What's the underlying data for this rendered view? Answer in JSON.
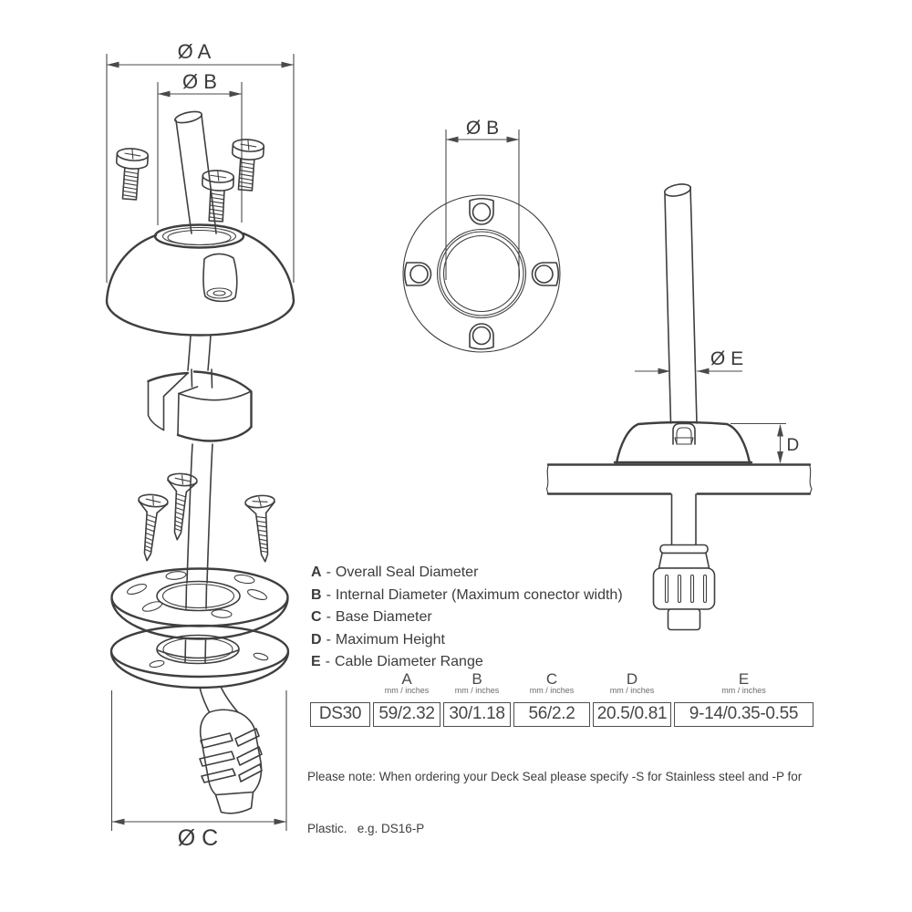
{
  "drawing": {
    "labels": {
      "dia_a": "Ø A",
      "dia_b_front": "Ø B",
      "dia_b_top": "Ø B",
      "dia_c": "Ø C",
      "dia_e": "Ø E",
      "height_d": "D"
    }
  },
  "legend": {
    "separator": "-",
    "items": [
      {
        "key": "A",
        "desc": "Overall Seal Diameter"
      },
      {
        "key": "B",
        "desc": "Internal Diameter (Maximum conector width)"
      },
      {
        "key": "C",
        "desc": "Base Diameter"
      },
      {
        "key": "D",
        "desc": "Maximum Height"
      },
      {
        "key": "E",
        "desc": "Cable Diameter Range"
      }
    ]
  },
  "table": {
    "unit_label": "mm / inches",
    "model": "DS30",
    "columns": [
      {
        "letter": "A",
        "value": "59/2.32"
      },
      {
        "letter": "B",
        "value": "30/1.18"
      },
      {
        "letter": "C",
        "value": "56/2.2"
      },
      {
        "letter": "D",
        "value": "20.5/0.81"
      },
      {
        "letter": "E",
        "value": "9-14/0.35-0.55"
      }
    ]
  },
  "note": {
    "line1": "Please note: When ordering your Deck Seal please specify -S for Stainless steel and -P for",
    "line2": "Plastic.   e.g. DS16-P"
  }
}
